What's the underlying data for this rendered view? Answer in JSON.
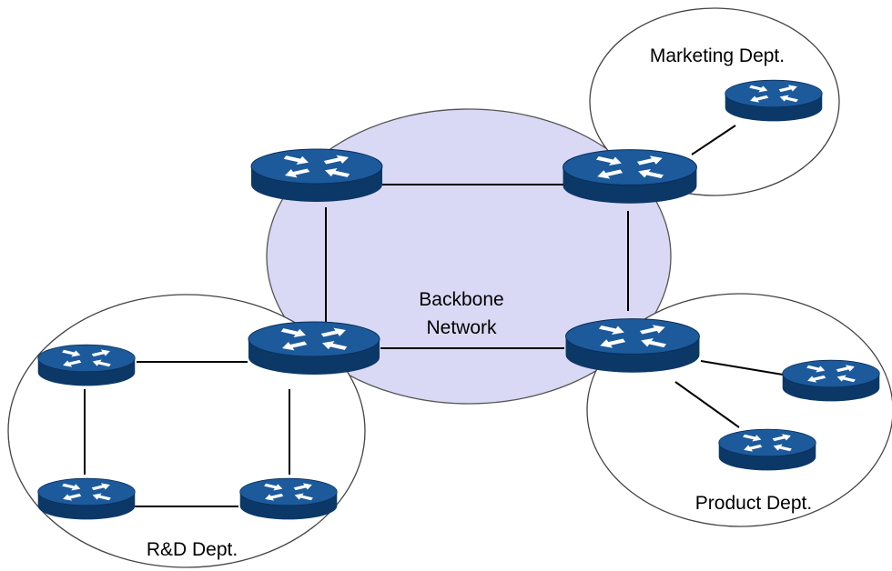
{
  "labels": {
    "backbone_line1": "Backbone",
    "backbone_line2": "Network",
    "marketing": "Marketing Dept.",
    "product": "Product Dept.",
    "rnd": "R&D Dept."
  },
  "colors": {
    "backbone_fill": "#d9d9f5",
    "router_top": "#1c5a9c",
    "router_side": "#0c3868",
    "router_rim": "#0a2e58",
    "arrow": "#ffffff",
    "link": "#000000"
  },
  "icons": {
    "router": "router-icon"
  }
}
